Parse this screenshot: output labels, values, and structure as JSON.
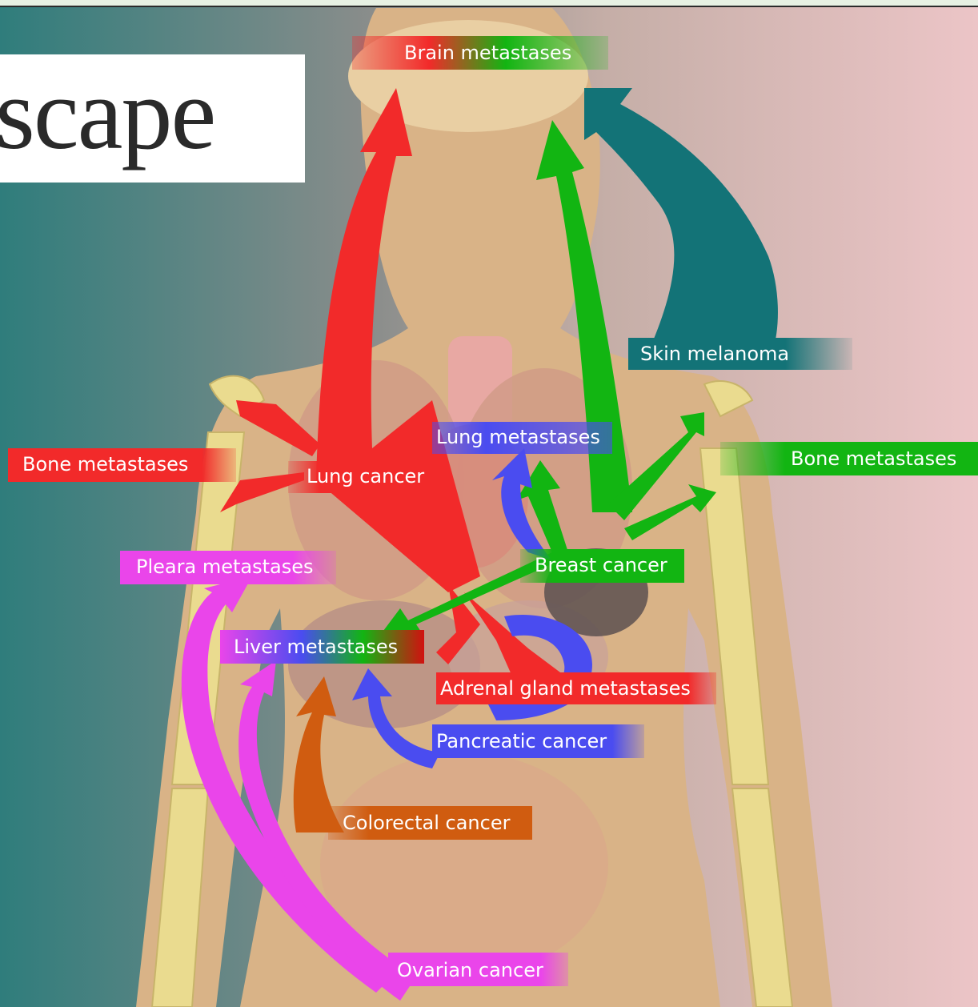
{
  "logo_text": "scape",
  "labels": {
    "brain": "Brain metastases",
    "skin": "Skin melanoma",
    "lung_met": "Lung metastases",
    "bone_left": "Bone metastases",
    "bone_right": "Bone metastases",
    "lung_cancer": "Lung cancer",
    "pleura": "Pleara metastases",
    "breast": "Breast cancer",
    "liver": "Liver metastases",
    "adrenal": "Adrenal gland metastases",
    "pancreatic": "Pancreatic cancer",
    "colorectal": "Colorectal cancer",
    "ovarian": "Ovarian cancer"
  },
  "colors": {
    "lung_cancer": "#f22a2a",
    "breast_cancer": "#12b512",
    "skin_melanoma": "#137377",
    "pancreatic_cancer": "#4a4cf0",
    "colorectal_cancer": "#d05c10",
    "ovarian_cancer": "#ea45ea",
    "body": "#d9b387",
    "bone": "#e8d78c"
  }
}
